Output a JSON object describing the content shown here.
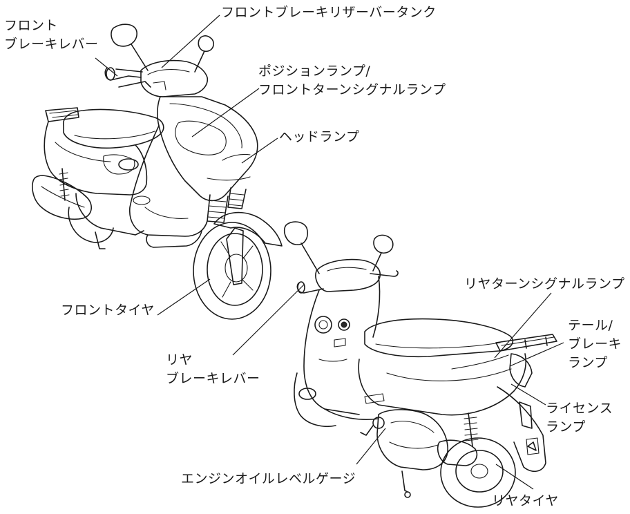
{
  "labels": {
    "front_brake_lever": [
      "フロント",
      "ブレーキレバー"
    ],
    "front_brake_reservoir": "フロントブレーキリザーバータンク",
    "position_lamp": [
      "ポジションランプ/",
      "フロントターンシグナルランプ"
    ],
    "headlamp": "ヘッドランプ",
    "front_tire": "フロントタイヤ",
    "rear_brake_lever": [
      "リヤ",
      "ブレーキレバー"
    ],
    "rear_turn_signal": "リヤターンシグナルランプ",
    "tail_brake_lamp": [
      "テール/",
      "ブレーキ",
      "ランプ"
    ],
    "license_lamp": [
      "ライセンス",
      "ランプ"
    ],
    "oil_level_gauge": "エンジンオイルレベルゲージ",
    "rear_tire": "リヤタイヤ"
  },
  "colors": {
    "ink": "#1a1a1a",
    "background": "#ffffff"
  }
}
